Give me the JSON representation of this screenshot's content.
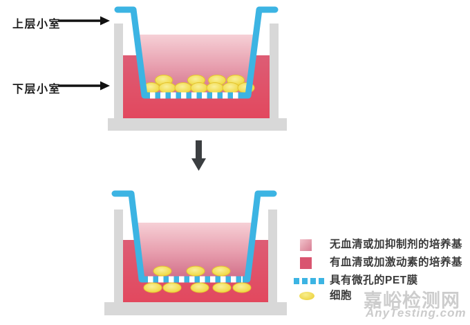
{
  "page": {
    "background": "#ffffff"
  },
  "labels": {
    "upper_chamber": "上层小室",
    "lower_chamber": "下层小室"
  },
  "legend": {
    "items": [
      {
        "swatch": "pink-gradient-square",
        "label": "无血清或加抑制剂的培养基"
      },
      {
        "swatch": "red-square",
        "label": "有血清或加激动素的培养基"
      },
      {
        "swatch": "blue-dashed-membrane",
        "label": "具有微孔的PET膜"
      },
      {
        "swatch": "yellow-cell",
        "label": "细胞"
      }
    ]
  },
  "watermark": {
    "cn": "嘉峪检测网",
    "en": "AnyTesting.com"
  },
  "colors": {
    "membrane_blue": "#3cb4e3",
    "upper_medium_pink_light": "#f6d0d6",
    "upper_medium_pink_dark": "#d2708a",
    "lower_medium_red": "#e2485e",
    "cell_yellow": "#eed33a",
    "plate_gray": "#d8d8d8",
    "arrow_dark": "#3b3e41",
    "label_black": "#1c1c1c"
  }
}
